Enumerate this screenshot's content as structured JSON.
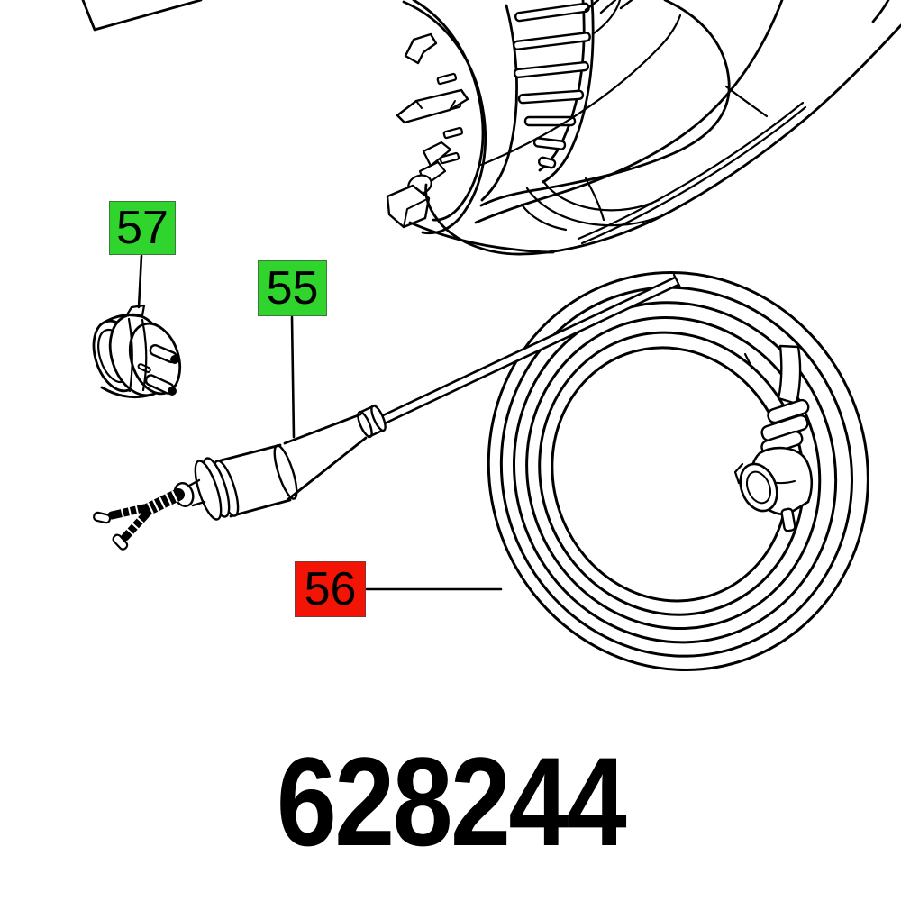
{
  "part_number": "628244",
  "colors": {
    "background": "#ffffff",
    "line": "#000000",
    "callout_green": "#2fd42c",
    "callout_red": "#f21405",
    "callout_text": "#000000"
  },
  "callouts": [
    {
      "label": "57",
      "color": "green",
      "part": "mains-plug"
    },
    {
      "label": "55",
      "color": "green",
      "part": "cable-end-with-fork-terminals"
    },
    {
      "label": "56",
      "color": "red",
      "part": "coiled-power-cable"
    }
  ],
  "drawing_parts": [
    "motor-housing",
    "mains-plug",
    "cable-end-with-fork-terminals",
    "coiled-power-cable-with-molded-plug"
  ]
}
